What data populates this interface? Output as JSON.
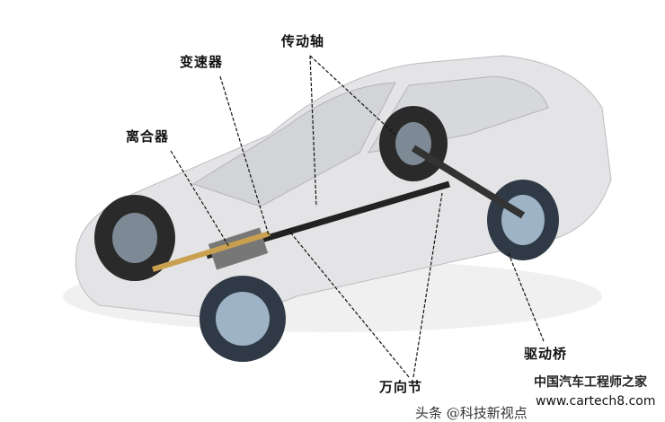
{
  "labels": {
    "drive_shaft": "传动轴",
    "transmission": "变速器",
    "clutch": "离合器",
    "universal_joint": "万向节",
    "drive_axle": "驱动桥"
  },
  "watermark": {
    "site_name": "中国汽车工程师之家",
    "site_url": "www.cartech8.com",
    "platform": "头条 @科技新视点"
  },
  "colors": {
    "body": "#e4e4e6",
    "tire": "#2a2a2a",
    "rim": "#9fb3c6"
  }
}
